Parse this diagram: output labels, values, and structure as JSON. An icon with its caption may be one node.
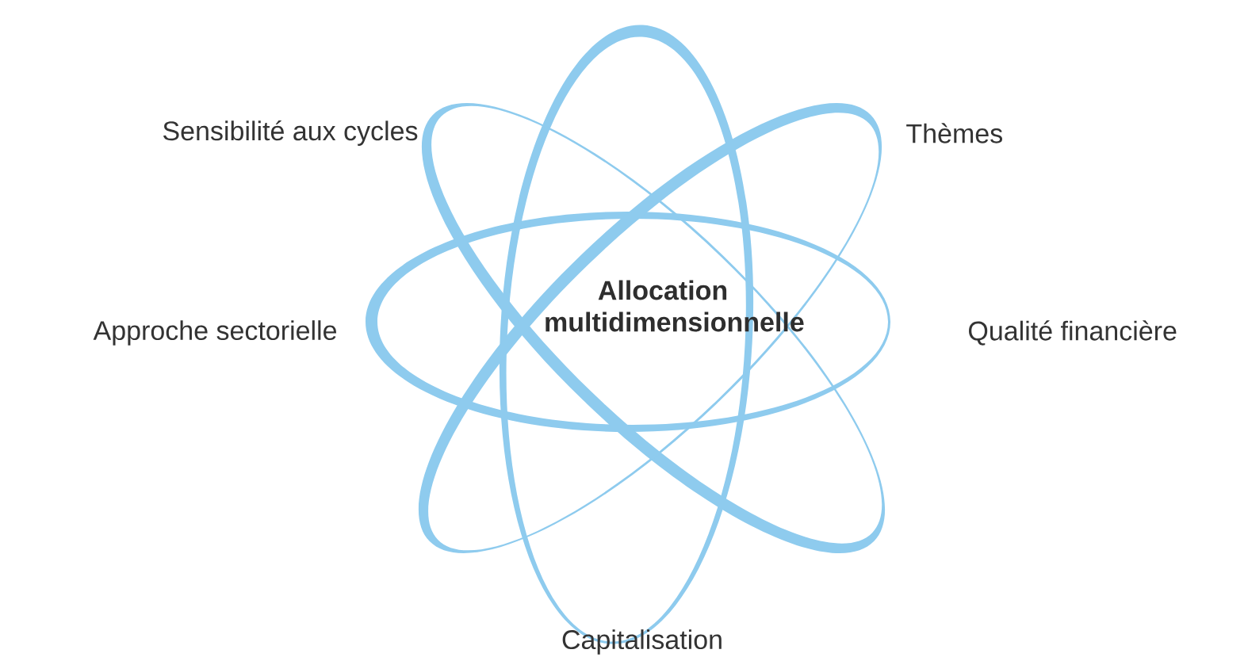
{
  "diagram": {
    "labels": [
      "Sensibilité aux cycles",
      "Thèmes",
      "Allocation multidimensionnelle",
      "Approche sectorielle",
      "Qualité financière",
      "Capitalisation"
    ]
  }
}
